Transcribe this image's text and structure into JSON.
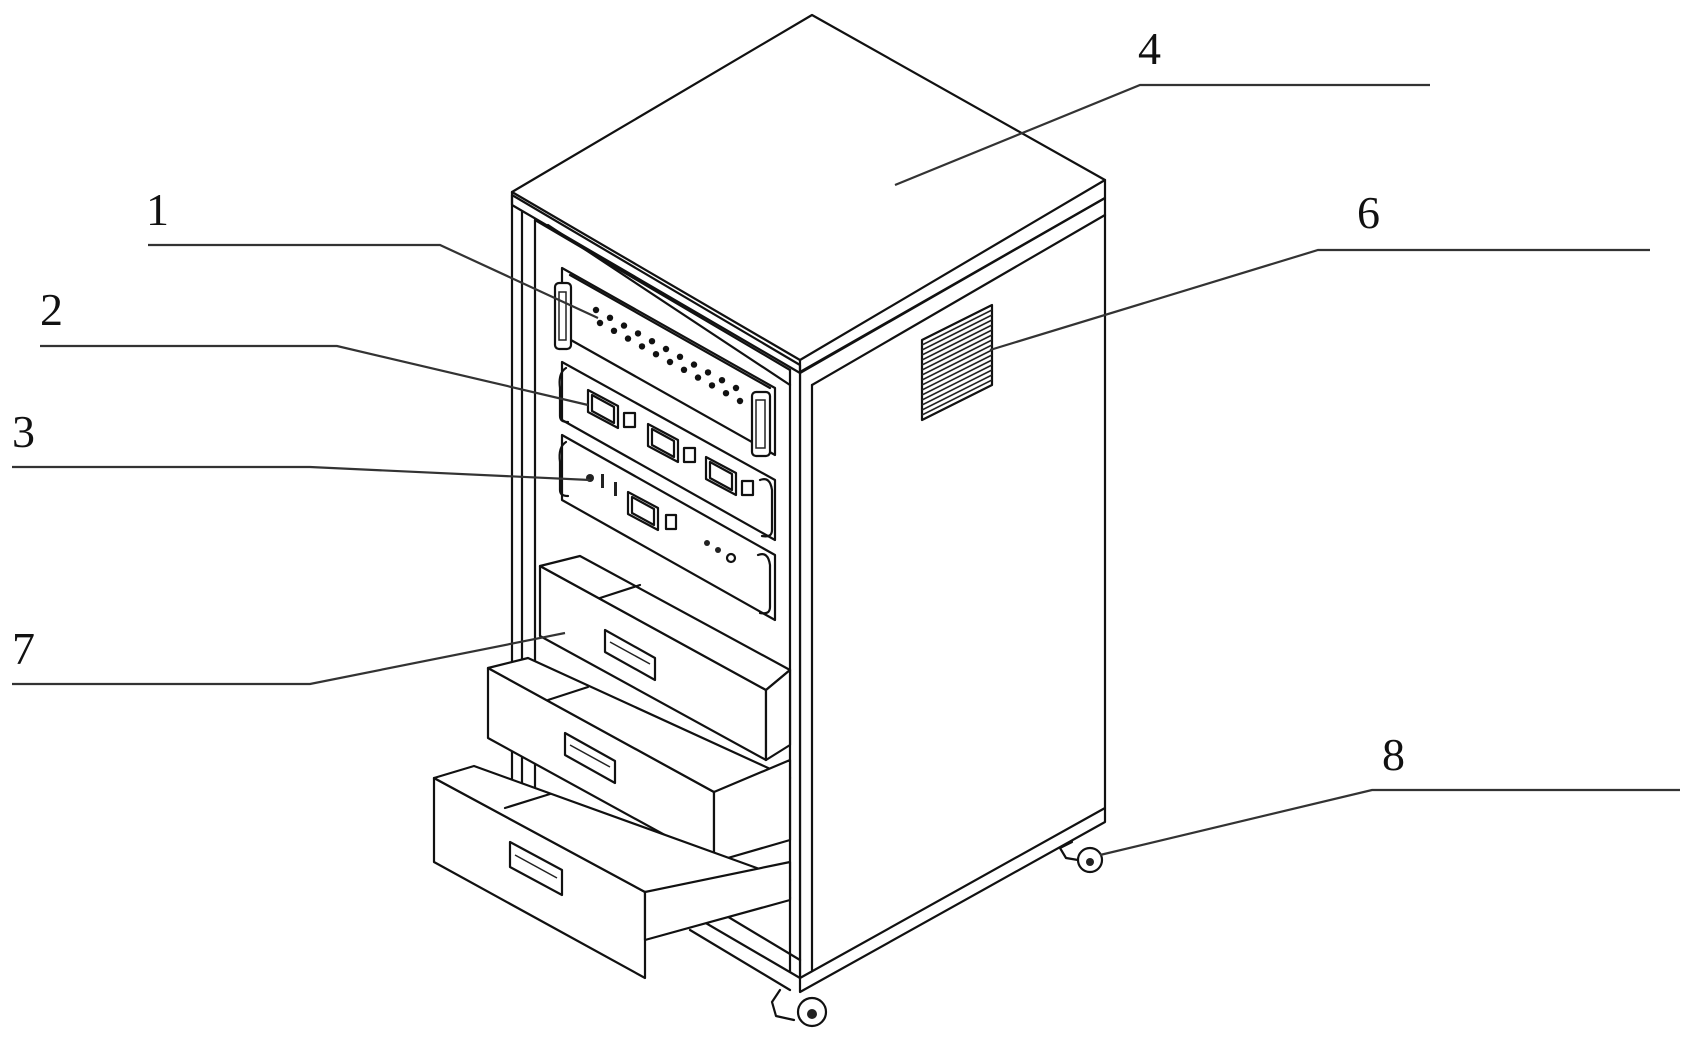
{
  "figure": {
    "type": "patent-line-drawing",
    "subject": "cabinet",
    "callouts": [
      {
        "id": "1",
        "label": "1"
      },
      {
        "id": "2",
        "label": "2"
      },
      {
        "id": "3",
        "label": "3"
      },
      {
        "id": "4",
        "label": "4"
      },
      {
        "id": "6",
        "label": "6"
      },
      {
        "id": "7",
        "label": "7"
      },
      {
        "id": "8",
        "label": "8"
      }
    ]
  },
  "colors": {
    "line": "#111111",
    "background": "#ffffff"
  }
}
